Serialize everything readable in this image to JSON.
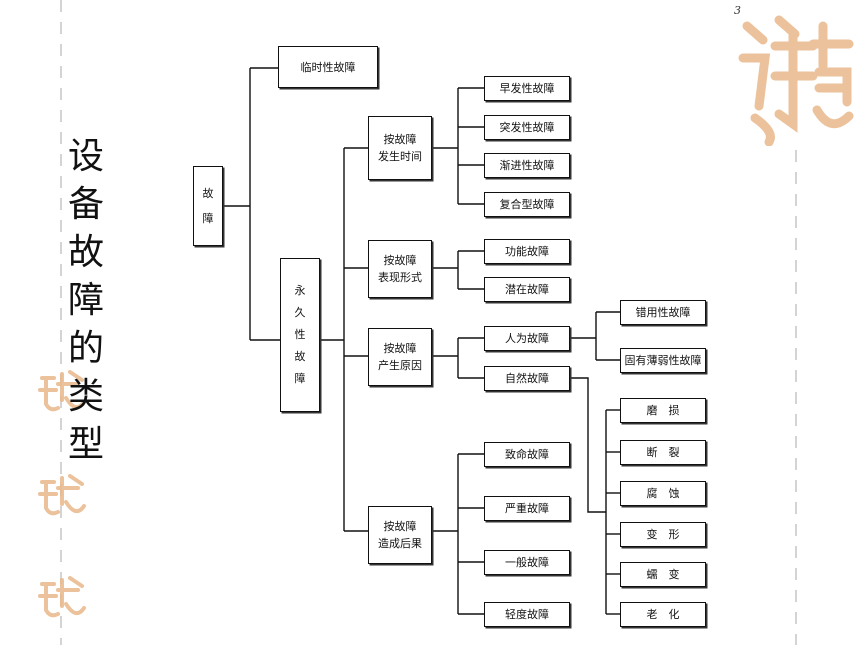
{
  "page_number": "3",
  "title_chars": [
    "设",
    "备",
    "故",
    "障",
    "的",
    "类",
    "型"
  ],
  "root": "故障",
  "root_chars": [
    "故",
    "障"
  ],
  "temporary": "临时性故障",
  "permanent_chars": [
    "永",
    "久",
    "性",
    "故",
    "障"
  ],
  "categories": [
    {
      "line1": "按故障",
      "line2": "发生时间",
      "items": [
        "早发性故障",
        "突发性故障",
        "渐进性故障",
        "复合型故障"
      ]
    },
    {
      "line1": "按故障",
      "line2": "表现形式",
      "items": [
        "功能故障",
        "潜在故障"
      ]
    },
    {
      "line1": "按故障",
      "line2": "产生原因",
      "items": [
        "人为故障",
        "自然故障"
      ]
    },
    {
      "line1": "按故障",
      "line2": "造成后果",
      "items": [
        "致命故障",
        "严重故障",
        "一般故障",
        "轻度故障"
      ]
    }
  ],
  "human_sub": [
    "错用性故障",
    "固有薄弱性故障"
  ],
  "natural_sub": [
    "磨　损",
    "断　裂",
    "腐　蚀",
    "变　形",
    "蠕　变",
    "老　化"
  ],
  "colors": {
    "seal": "#e8b88a",
    "dash": "#d4d4d4",
    "line": "#111111"
  }
}
